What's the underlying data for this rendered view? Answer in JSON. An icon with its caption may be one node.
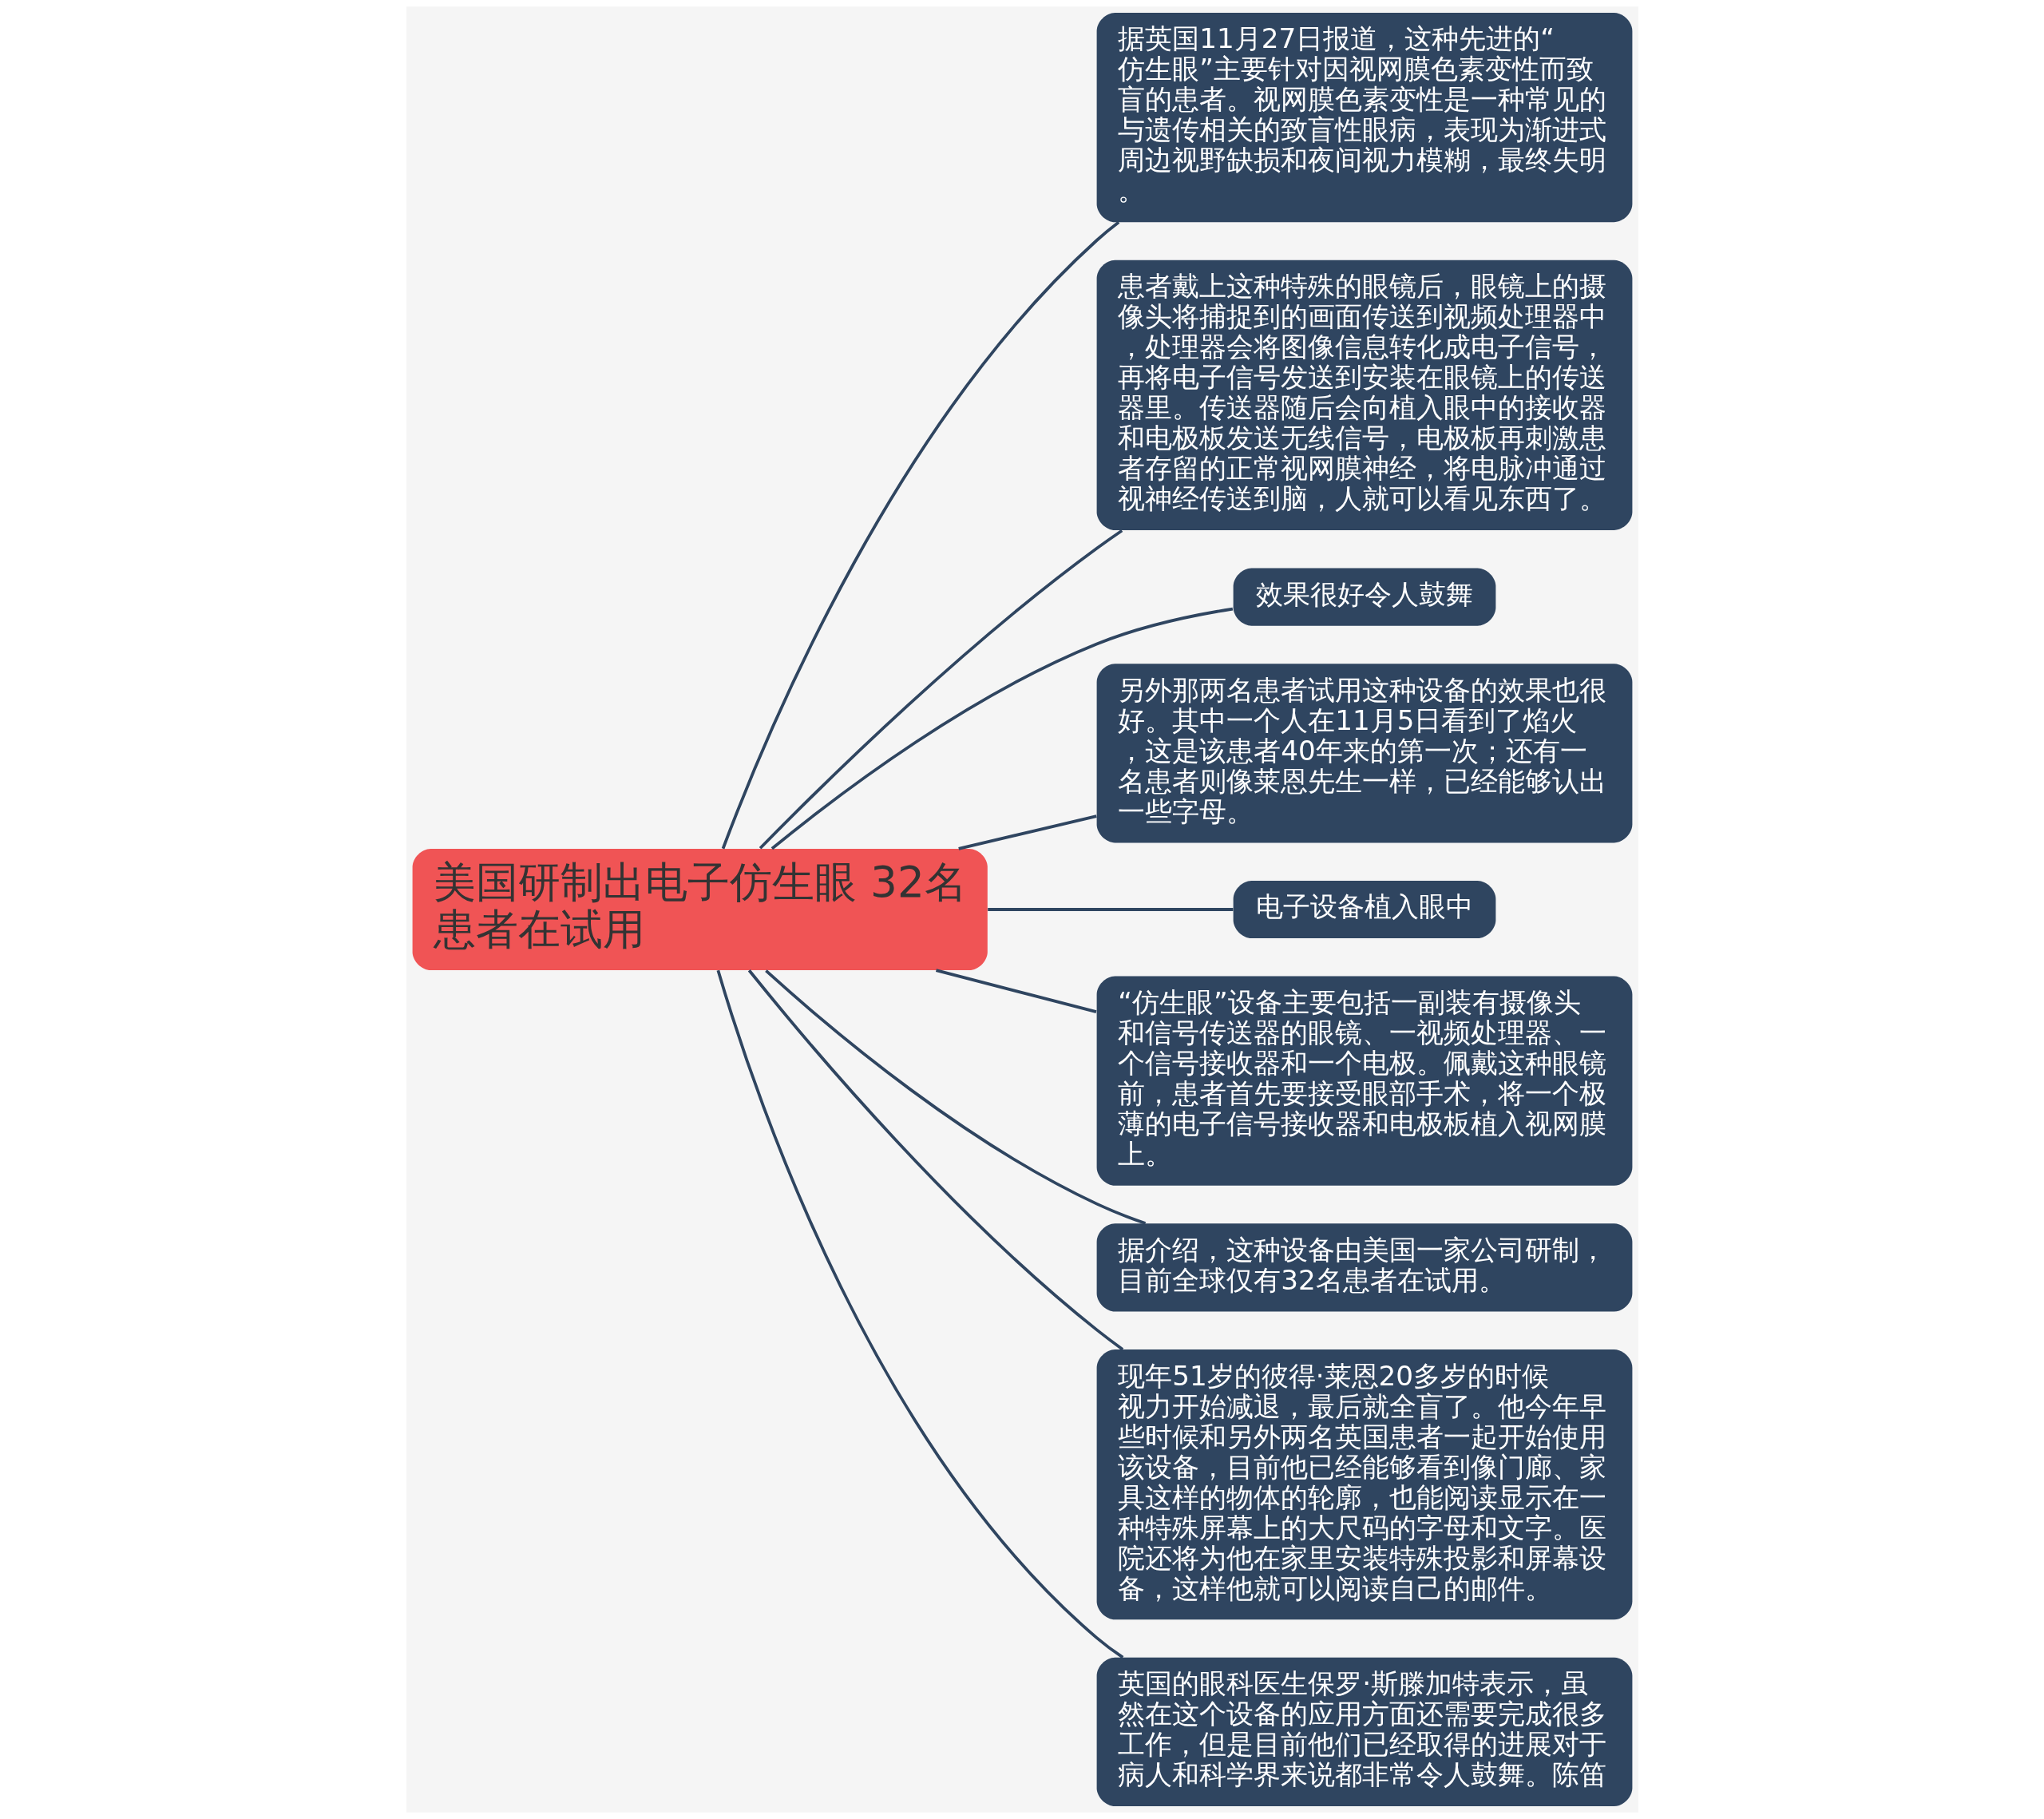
{
  "diagram": {
    "nodes": [
      {
        "text": [
          "美国研制出电子仿生眼 32名患者在试用"
        ]
      },
      {
        "text": [
          "据英国11月27日报道，这种先进的“仿生眼”主要针对因视网膜色素变性而致盲的患者。视网膜色素变性是一种常见的与遗传相关的致盲性眼病，表现为渐进式周边视野缺损和夜间视力模糊，最终失明。"
        ]
      },
      {
        "text": [
          "患者戴上这种特殊的眼镜后，眼镜上的摄像头将捕捉到的画面传送到视频处理器中，处理器会将图像信息转化成电子信号，再将电子信号发送到安装在眼镜上的传送器里。传送器随后会向植入眼中的接收器和电极板发送无线信号，电极板再刺激患者存留的正常视网膜神经，将电脉冲通过视神经传送到脑，人就可以看见东西了。"
        ]
      },
      {
        "text": [
          "效果很好令人鼓舞"
        ]
      },
      {
        "text": [
          "另外那两名患者试用这种设备的效果也很好。其中一个人在11月5日看到了焰火，这是该患者40年来的第一次；还有一名患者则像莱恩先生一样，已经能够认出一些字母。"
        ]
      },
      {
        "text": [
          "电子设备植入眼中"
        ]
      },
      {
        "text": [
          "“仿生眼”设备主要包括一副装有摄像头和信号传送器的眼镜、一视频处理器、一个信号接收器和一个电极。佩戴这种眼镜前，患者首先要接受眼部手术，将一个极薄的电子信号接收器和电极板植入视网膜上。"
        ]
      },
      {
        "text": [
          "据介绍，这种设备由美国一家公司研制，目前全球仅有32名患者在试用。"
        ]
      },
      {
        "text": [
          "现年51岁的彼得·莱恩20多岁的时候视力开始减退，最后就全盲了。他今年早些时候和另外两名英国患者一起开始使用该设备，目前他已经能够看到像门廊、家具这样的物体的轮廓，也能阅读显示在一种特殊屏幕上的大尺码的字母和文字。医院还将为他在家里安装特殊投影和屏幕设备，这样他就可以阅读自己的邮件。"
        ]
      },
      {
        "text": [
          "英国的眼科医生保罗·斯滕加特表示，虽然在这个设备的应用方面还需要完成很多工作，但是目前他们已经取得的进展对于病人和科学界来说都非常令人鼓舞。陈笛"
        ]
      }
    ],
    "edges": [
      {
        "from": 0,
        "to": 1,
        "arrow": "none"
      },
      {
        "from": 0,
        "to": 2,
        "arrow": "none"
      },
      {
        "from": 0,
        "to": 3,
        "arrow": "none"
      },
      {
        "from": 0,
        "to": 4,
        "arrow": "none"
      },
      {
        "from": 0,
        "to": 5,
        "arrow": "none"
      },
      {
        "from": 0,
        "to": 6,
        "arrow": "none"
      },
      {
        "from": 0,
        "to": 7,
        "arrow": "none"
      },
      {
        "from": 0,
        "to": 8,
        "arrow": "none"
      },
      {
        "from": 0,
        "to": 9,
        "arrow": "none"
      }
    ]
  }
}
